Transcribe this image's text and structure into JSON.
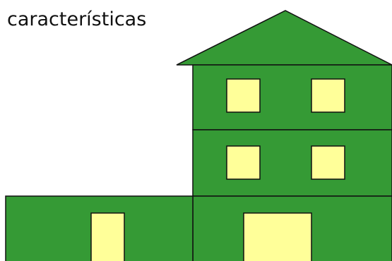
{
  "caption": "características",
  "colors": {
    "wall": "#359A35",
    "roof": "#359A35",
    "window": "#FFFF99",
    "door": "#FFFF99",
    "outline": "#111111",
    "background": "#FFFFFF"
  },
  "house": {
    "tower_floors": 3,
    "windows_per_upper_floor": 2,
    "annex_doors": 1,
    "main_doors": 1
  }
}
